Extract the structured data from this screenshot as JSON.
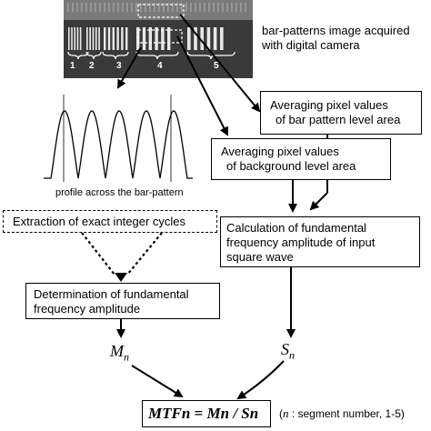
{
  "photo": {
    "segment_labels": [
      "1",
      "2",
      "3",
      "4",
      "5"
    ]
  },
  "caption": {
    "line1": "bar-patterns image acquired",
    "line2": "with digital camera"
  },
  "profile_caption": "profile across the bar-pattern",
  "boxes": {
    "avg_bar": {
      "line1": "Averaging pixel values",
      "line2": "of bar pattern level area"
    },
    "avg_bg": {
      "line1": "Averaging pixel values",
      "line2": "of background level area"
    },
    "extraction": {
      "line1": "Extraction of exact integer cycles"
    },
    "calc": {
      "line1": "Calculation of fundamental",
      "line2": "frequency amplitude of input",
      "line3": "square wave"
    },
    "determination": {
      "line1": "Determination of fundamental",
      "line2": "frequency amplitude"
    }
  },
  "vars": {
    "m_base": "M",
    "m_sub": "n",
    "s_base": "S",
    "s_sub": "n"
  },
  "formula": {
    "mtf": "MTFn",
    "eq": " = ",
    "m": "Mn",
    "slash": " / ",
    "s": "Sn"
  },
  "note": {
    "open": "(",
    "var": "n",
    "text": " : segment number, 1-5)"
  },
  "colors": {
    "line": "#000000",
    "photo_bg": "#3a3a3a",
    "bars": "#e8e8e8"
  }
}
